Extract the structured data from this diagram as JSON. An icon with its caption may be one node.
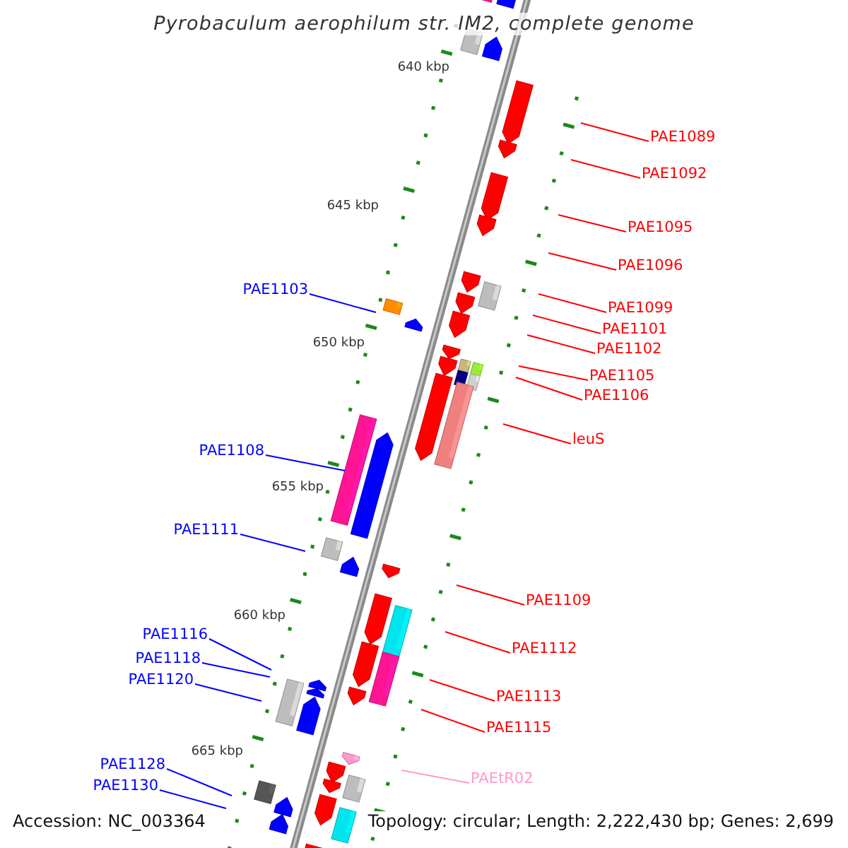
{
  "diagram": {
    "title": "Pyrobaculum aerophilum str. IM2, complete genome",
    "nodes": [
      {
        "text": [
          "PAE1089"
        ]
      },
      {
        "text": [
          "PAE1092"
        ]
      },
      {
        "text": [
          "PAE1095"
        ]
      },
      {
        "text": [
          "PAE1096"
        ]
      },
      {
        "text": [
          "PAE1103"
        ]
      },
      {
        "text": [
          "PAE1099"
        ]
      },
      {
        "text": [
          "PAE1101"
        ]
      },
      {
        "text": [
          "PAE1102"
        ]
      },
      {
        "text": [
          "PAE1105"
        ]
      },
      {
        "text": [
          "PAE1106"
        ]
      },
      {
        "text": [
          "leuS"
        ]
      },
      {
        "text": [
          "PAE1108"
        ]
      },
      {
        "text": [
          "PAE1111"
        ]
      },
      {
        "text": [
          "PAE1109"
        ]
      },
      {
        "text": [
          "PAE1116"
        ]
      },
      {
        "text": [
          "PAE1112"
        ]
      },
      {
        "text": [
          "PAE1118"
        ]
      },
      {
        "text": [
          "PAE1120"
        ]
      },
      {
        "text": [
          "PAE1113"
        ]
      },
      {
        "text": [
          "PAE1115"
        ]
      },
      {
        "text": [
          "PAE1128"
        ]
      },
      {
        "text": [
          "PAEtR02"
        ]
      },
      {
        "text": [
          "PAE1130"
        ]
      },
      {
        "text": [],
        "shape": "bar"
      }
    ],
    "edges": [
      {
        "from": 0,
        "to": null,
        "arrow": "none"
      },
      {
        "from": 1,
        "to": null,
        "arrow": "none"
      },
      {
        "from": 2,
        "to": null,
        "arrow": "none"
      },
      {
        "from": 3,
        "to": null,
        "arrow": "none"
      },
      {
        "from": 4,
        "to": null,
        "arrow": "none",
        "color": "#0000ff"
      },
      {
        "from": 5,
        "to": null,
        "arrow": "none"
      },
      {
        "from": 6,
        "to": null,
        "arrow": "none"
      },
      {
        "from": 7,
        "to": null,
        "arrow": "none"
      },
      {
        "from": 8,
        "to": null,
        "arrow": "none"
      },
      {
        "from": 9,
        "to": null,
        "arrow": "none"
      },
      {
        "from": 10,
        "to": null,
        "arrow": "none"
      },
      {
        "from": 11,
        "to": 23,
        "arrow": "none",
        "color": "#0000ff"
      },
      {
        "from": 12,
        "to": null,
        "arrow": "none",
        "color": "#0000ff"
      },
      {
        "from": 13,
        "to": null,
        "arrow": "none"
      },
      {
        "from": 14,
        "to": null,
        "arrow": "none",
        "color": "#0000ff"
      },
      {
        "from": 15,
        "to": null,
        "arrow": "none"
      },
      {
        "from": 16,
        "to": null,
        "arrow": "none",
        "color": "#0000ff"
      },
      {
        "from": 17,
        "to": null,
        "arrow": "none",
        "color": "#0000ff"
      },
      {
        "from": 18,
        "to": null,
        "arrow": "none"
      },
      {
        "from": 19,
        "to": null,
        "arrow": "none"
      },
      {
        "from": 20,
        "to": null,
        "arrow": "none",
        "color": "#0000ff"
      },
      {
        "from": 21,
        "to": null,
        "arrow": "none",
        "color": "#ff99cc"
      },
      {
        "from": 22,
        "to": null,
        "arrow": "none",
        "color": "#0000ff"
      }
    ],
    "labels": [
      "640 kbp",
      "645 kbp",
      "650 kbp",
      "655 kbp",
      "660 kbp",
      "665 kbp",
      "Accession: NC_003364",
      "Topology: circular; Length: 2,222,430 bp; Genes: 2,699"
    ]
  }
}
